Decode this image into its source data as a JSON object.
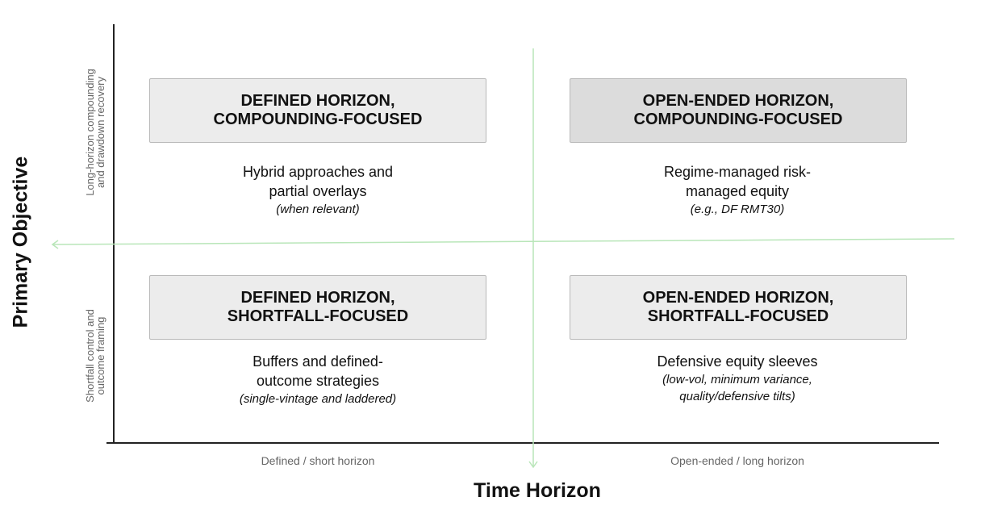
{
  "axes": {
    "y_title": "Primary Objective",
    "x_title": "Time Horizon",
    "row_labels": [
      {
        "line1": "Long-horizon compounding",
        "line2": "and drawdown recovery"
      },
      {
        "line1": "Shortfall control and",
        "line2": "outcome framing"
      }
    ],
    "col_labels": [
      "Defined / short horizon",
      "Open-ended / long horizon"
    ]
  },
  "quadrants": {
    "top_left": {
      "title_line1": "DEFINED HORIZON,",
      "title_line2": "COMPOUNDING-FOCUSED",
      "desc_line1": "Hybrid approaches and",
      "desc_line2": "partial overlays",
      "note_line1": "(when relevant)",
      "fill": "#ececec"
    },
    "top_right": {
      "title_line1": "OPEN-ENDED HORIZON,",
      "title_line2": "COMPOUNDING-FOCUSED",
      "desc_line1": "Regime-managed risk-",
      "desc_line2": "managed equity",
      "note_line1": "(e.g., DF RMT30)",
      "fill": "#dcdcdc"
    },
    "bottom_left": {
      "title_line1": "DEFINED HORIZON,",
      "title_line2": "SHORTFALL-FOCUSED",
      "desc_line1": "Buffers and defined-",
      "desc_line2": "outcome strategies",
      "note_line1": "(single-vintage and laddered)",
      "fill": "#ececec"
    },
    "bottom_right": {
      "title_line1": "OPEN-ENDED HORIZON,",
      "title_line2": "SHORTFALL-FOCUSED",
      "desc_line1": "Defensive equity sleeves",
      "note_line1": "(low-vol, minimum variance,",
      "note_line2": "quality/defensive tilts)",
      "fill": "#ececec"
    }
  },
  "colors": {
    "axis": "#222222",
    "divider": "#b9e6b9",
    "box_border": "#b9b9b9",
    "muted_text": "#666666"
  }
}
